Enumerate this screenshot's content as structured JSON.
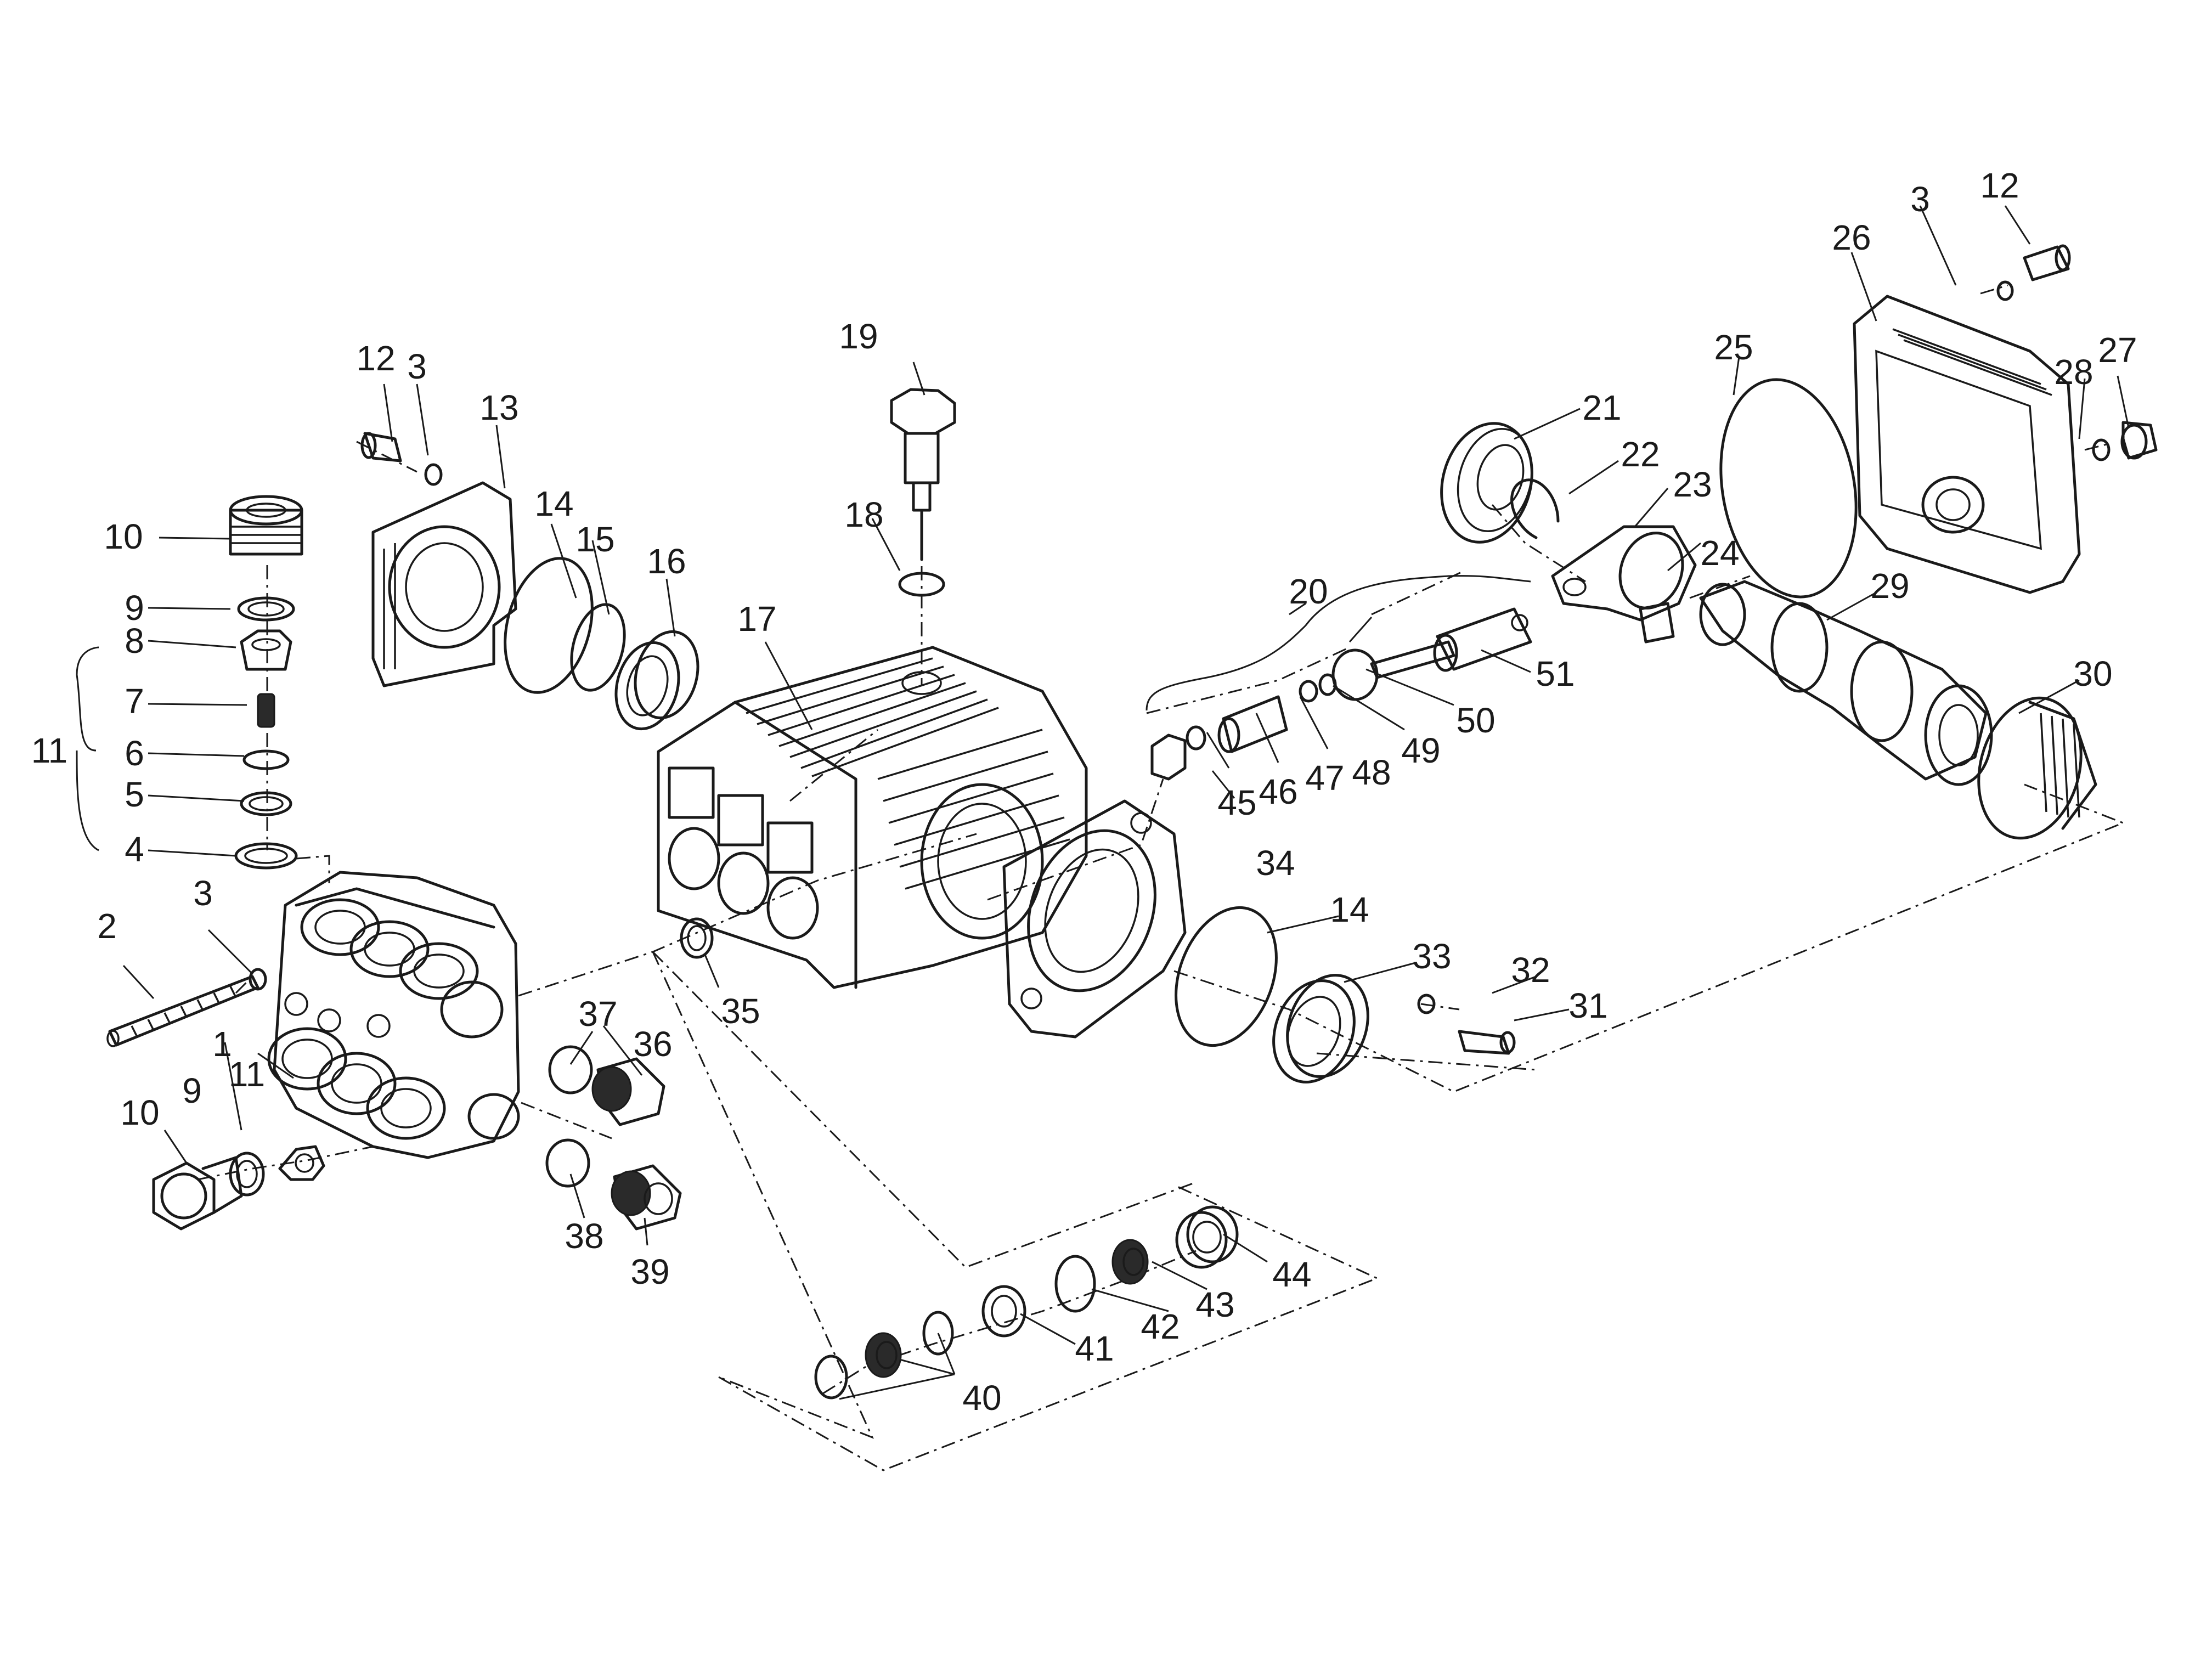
{
  "labels": {
    "p1": "1",
    "p2": "2",
    "p3a": "3",
    "p3b": "3",
    "p3c": "3",
    "p4": "4",
    "p5": "5",
    "p6": "6",
    "p7": "7",
    "p8": "8",
    "p9a": "9",
    "p9b": "9",
    "p10a": "10",
    "p10b": "10",
    "p11a": "11",
    "p11b": "11",
    "p12a": "12",
    "p12b": "12",
    "p13": "13",
    "p14a": "14",
    "p14b": "14",
    "p15": "15",
    "p16": "16",
    "p17": "17",
    "p18": "18",
    "p19": "19",
    "p20": "20",
    "p21": "21",
    "p22": "22",
    "p23": "23",
    "p24": "24",
    "p25": "25",
    "p26": "26",
    "p27": "27",
    "p28": "28",
    "p29": "29",
    "p30": "30",
    "p31": "31",
    "p32": "32",
    "p33": "33",
    "p34": "34",
    "p35": "35",
    "p36": "36",
    "p37": "37",
    "p38": "38",
    "p39": "39",
    "p40": "40",
    "p41": "41",
    "p42": "42",
    "p43": "43",
    "p44": "44",
    "p45": "45",
    "p46": "46",
    "p47": "47",
    "p48": "48",
    "p49": "49",
    "p50": "50",
    "p51": "51"
  }
}
